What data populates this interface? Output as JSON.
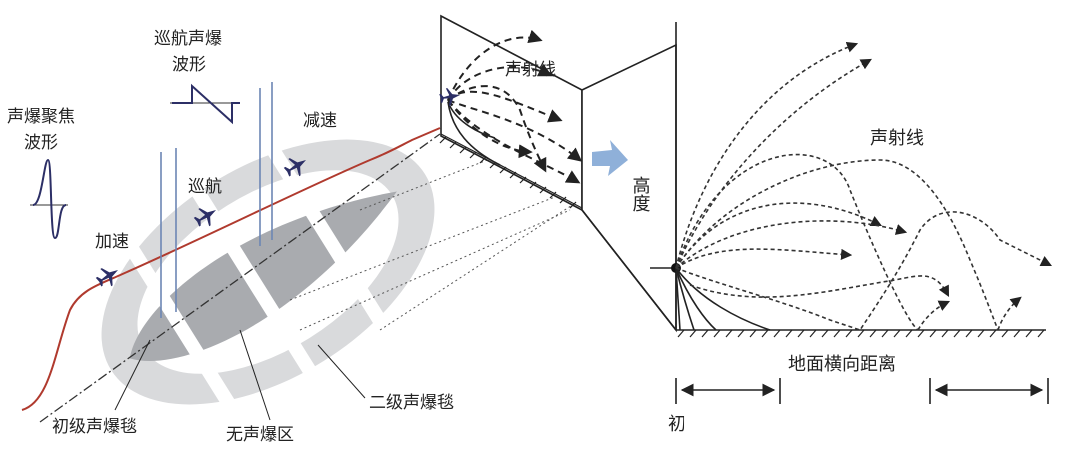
{
  "labels": {
    "focus_waveform": [
      "声爆聚焦",
      "波形"
    ],
    "cruise_waveform": [
      "巡航声爆",
      "波形"
    ],
    "accelerate": "加速",
    "cruise": "巡航",
    "decelerate": "减速",
    "primary_carpet": "初级声爆毯",
    "no_boom_zone": "无声爆区",
    "secondary_carpet": "二级声爆毯",
    "acoustic_ray_panel": "声射线",
    "acoustic_ray_right": "声射线",
    "altitude": "高度",
    "ground_lateral_distance": "地面横向距离",
    "partial_glyph": "初"
  },
  "colors": {
    "flight_path": "#b03a2e",
    "aircraft": "#2c2f66",
    "carpet_ring": "#d9dadc",
    "carpet_inner": "#a9abaf",
    "arrow_blue": "#8fb0d9"
  }
}
